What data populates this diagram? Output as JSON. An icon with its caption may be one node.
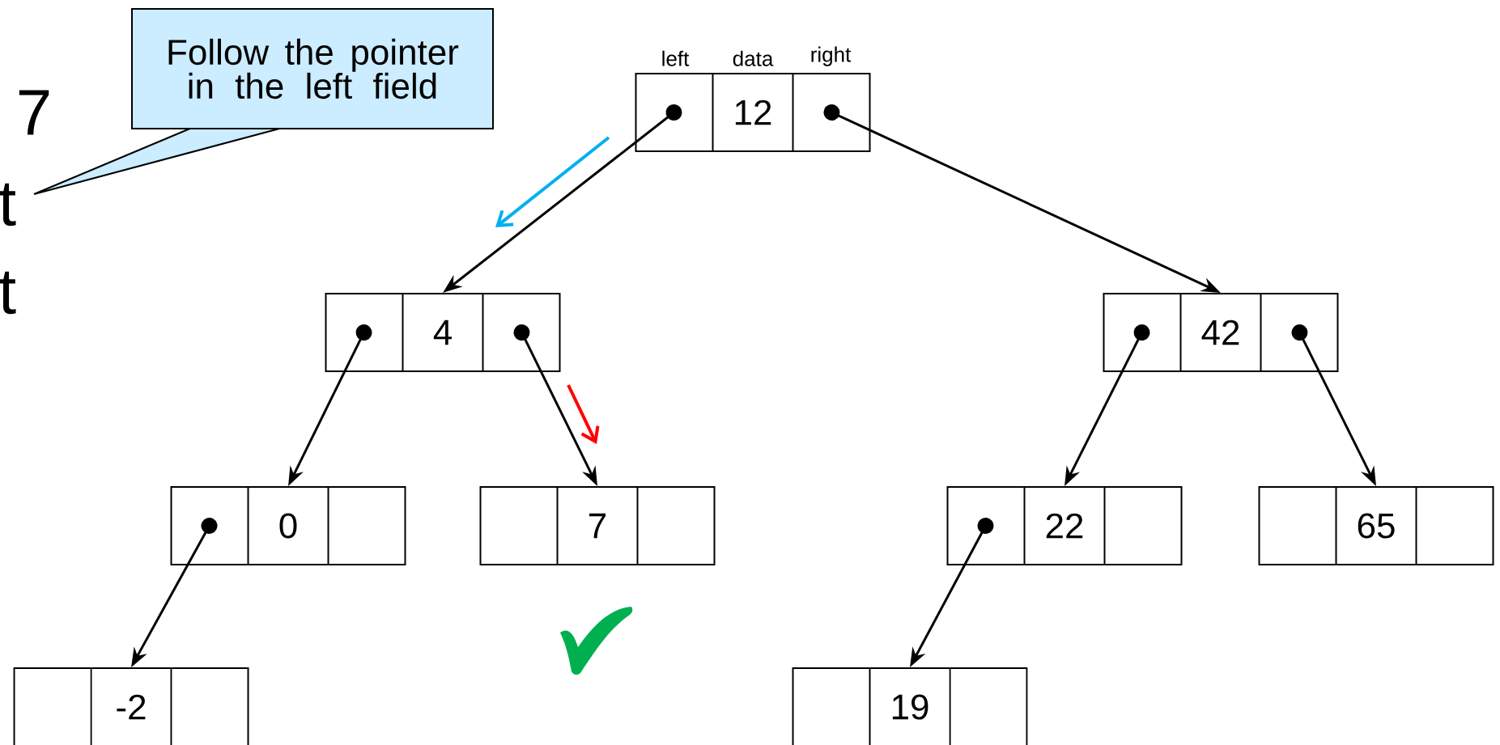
{
  "diagram": {
    "nodes": [
      {
        "text": [
          "Follow the pointer in the left field"
        ]
      },
      {
        "text": [
          "12"
        ],
        "beside": [
          "left",
          "data",
          "right"
        ]
      },
      {
        "text": [
          "4"
        ]
      },
      {
        "text": [
          "42"
        ]
      },
      {
        "text": [
          "0"
        ]
      },
      {
        "text": [
          "7"
        ]
      },
      {
        "text": [
          "22"
        ]
      },
      {
        "text": [
          "65"
        ]
      },
      {
        "text": [
          "-2"
        ]
      },
      {
        "text": [
          "19"
        ]
      }
    ],
    "edges": [
      {
        "from": 1,
        "to": 2,
        "arrow": "to"
      },
      {
        "from": 1,
        "to": 3,
        "arrow": "to"
      },
      {
        "from": 2,
        "to": 4,
        "arrow": "to"
      },
      {
        "from": 2,
        "to": 5,
        "arrow": "to"
      },
      {
        "from": 3,
        "to": 6,
        "arrow": "to"
      },
      {
        "from": 3,
        "to": 7,
        "arrow": "to"
      },
      {
        "from": 4,
        "to": 8,
        "arrow": "to"
      },
      {
        "from": 6,
        "to": 9,
        "arrow": "to"
      }
    ],
    "labels": [
      "7",
      "t",
      "t"
    ]
  }
}
